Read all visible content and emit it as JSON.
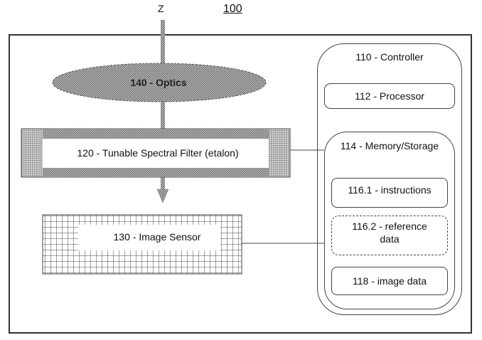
{
  "figure": {
    "number": "100",
    "axis_label": "Z"
  },
  "components": {
    "optics": "140 - Optics",
    "filter": "120  - Tunable Spectral Filter (etalon)",
    "sensor": "130  - Image Sensor",
    "controller": "110 -  Controller",
    "processor": "112  - Processor",
    "memory": "114  - Memory/Storage",
    "instructions": "116.1   - instructions",
    "reference_data": "116.2   - reference data",
    "image_data": "118   - image data"
  }
}
